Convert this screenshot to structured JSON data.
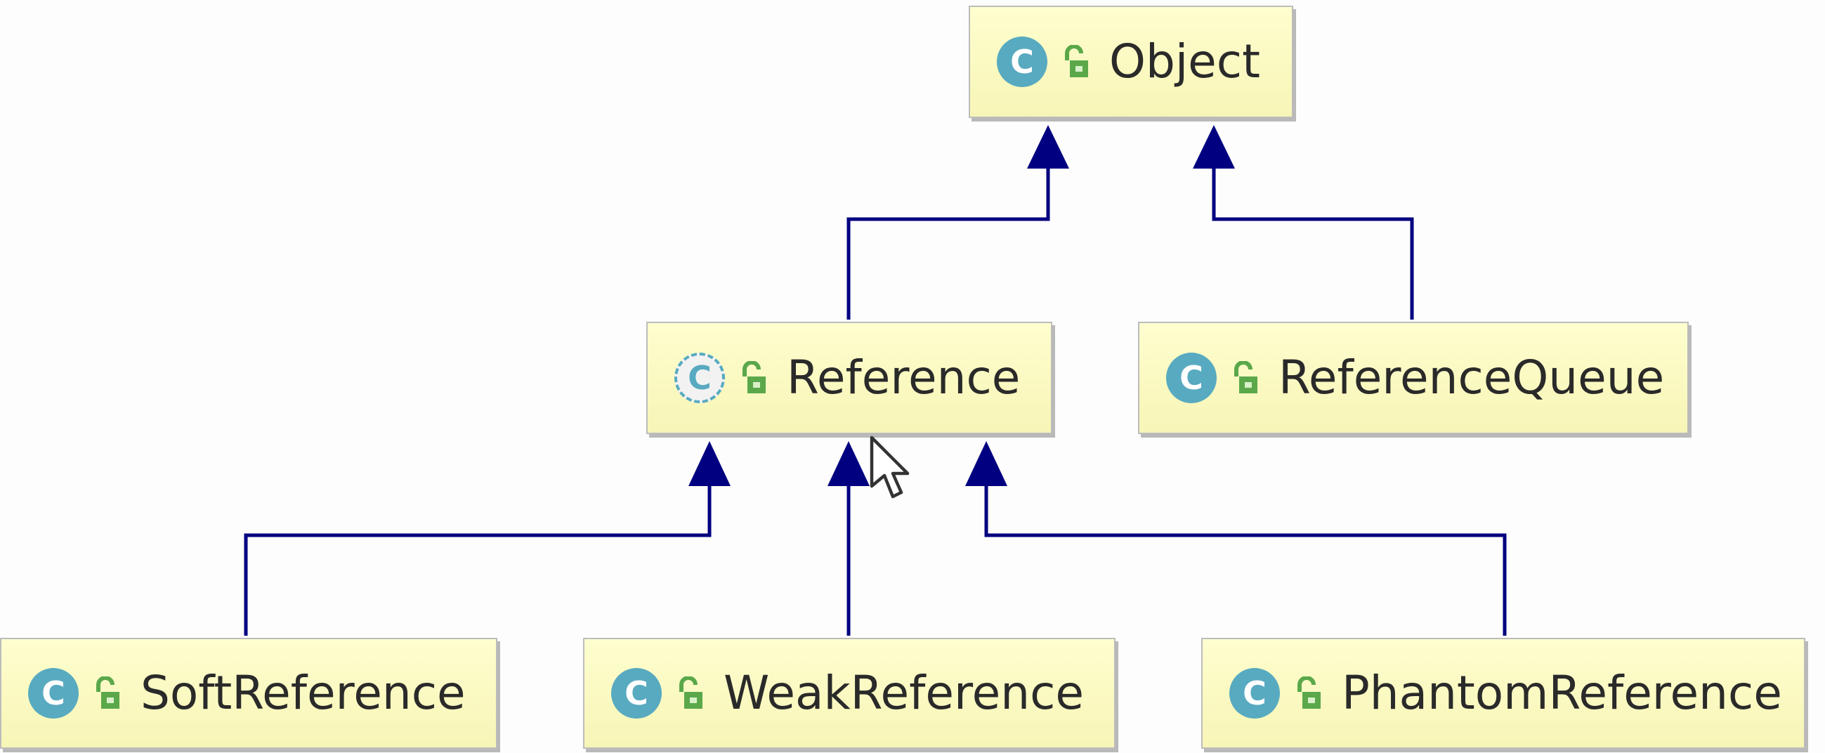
{
  "colors": {
    "edge": "#000080",
    "node_fill": "#fbf9c2",
    "class_icon": "#58aac0",
    "lock_icon": "#5aa84a"
  },
  "nodes": {
    "object": {
      "label": "Object",
      "icon": "class-icon"
    },
    "reference": {
      "label": "Reference",
      "icon": "abstract-class-icon"
    },
    "reference_queue": {
      "label": "ReferenceQueue",
      "icon": "class-icon"
    },
    "soft_reference": {
      "label": "SoftReference",
      "icon": "class-icon"
    },
    "weak_reference": {
      "label": "WeakReference",
      "icon": "class-icon"
    },
    "phantom_reference": {
      "label": "PhantomReference",
      "icon": "class-icon"
    }
  },
  "icon_letter": "C",
  "edges": [
    {
      "from": "reference",
      "to": "object",
      "type": "extends"
    },
    {
      "from": "reference_queue",
      "to": "object",
      "type": "extends"
    },
    {
      "from": "soft_reference",
      "to": "reference",
      "type": "extends"
    },
    {
      "from": "weak_reference",
      "to": "reference",
      "type": "extends"
    },
    {
      "from": "phantom_reference",
      "to": "reference",
      "type": "extends"
    }
  ]
}
